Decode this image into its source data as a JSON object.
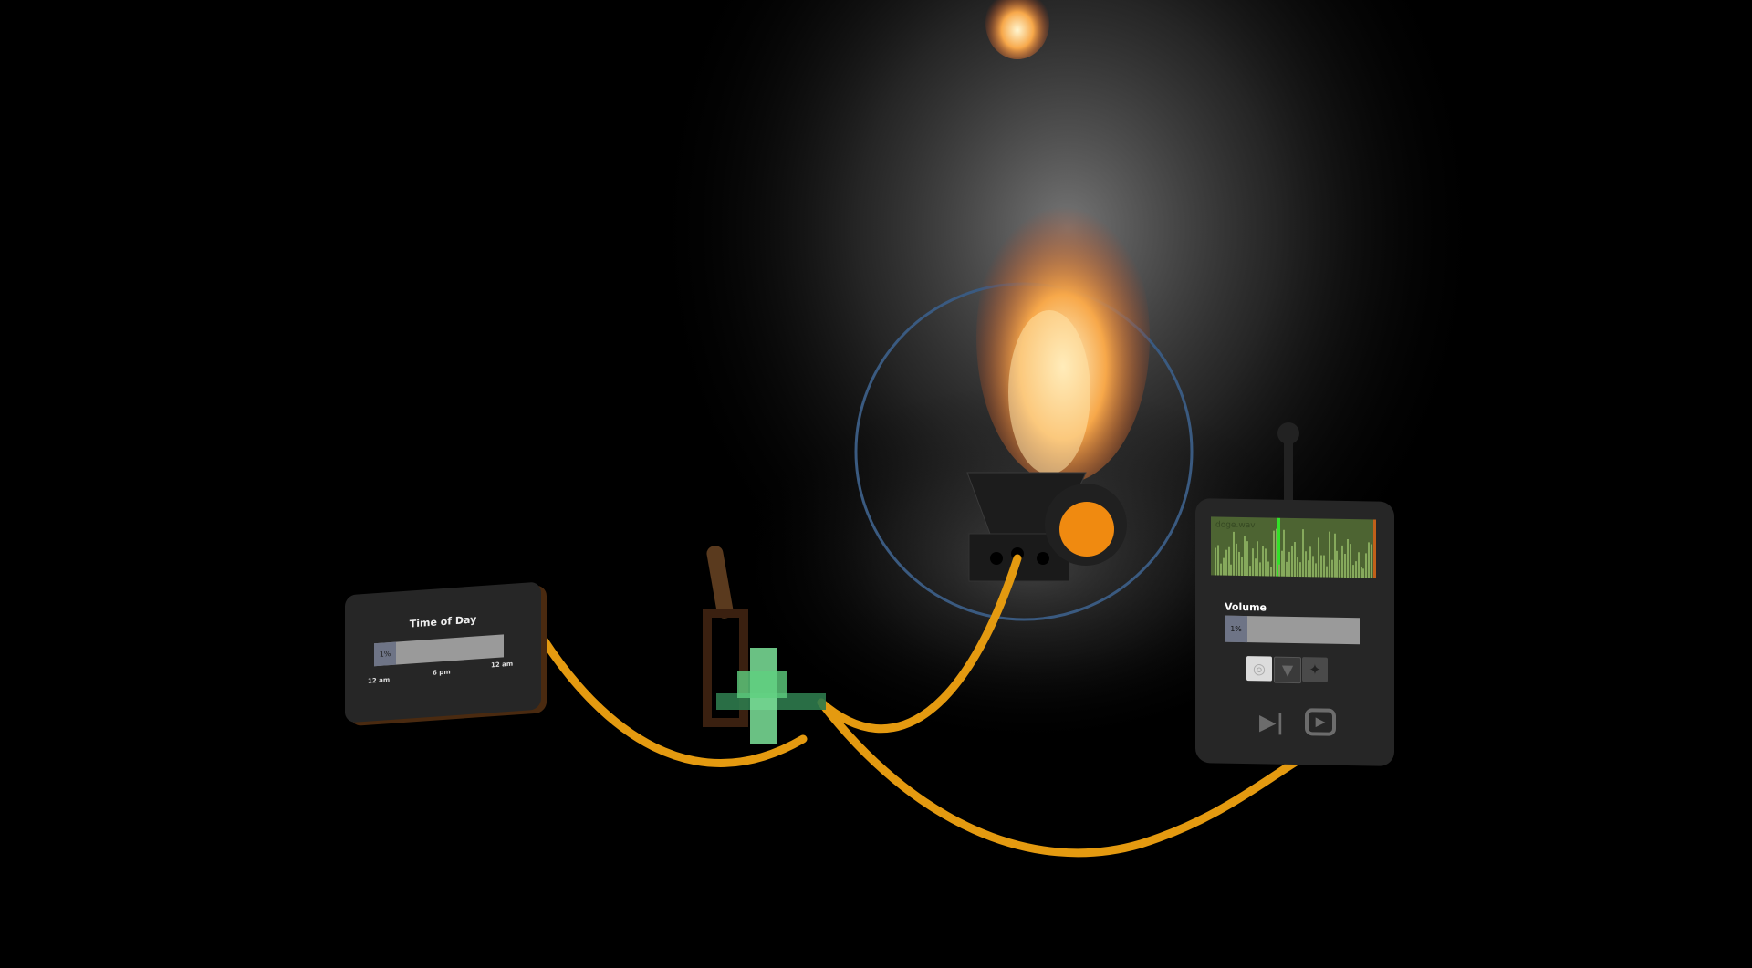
{
  "time_of_day": {
    "title": "Time of Day",
    "value_label": "1%",
    "value_fraction": 0.17,
    "tick_labels": [
      "12 am",
      "6 pm",
      "12 am"
    ]
  },
  "audio_player": {
    "file_name": "doge.wav",
    "playhead_fraction": 0.41,
    "volume_label": "Volume",
    "volume_value": "1%",
    "volume_fraction": 0.17,
    "mode_buttons": [
      {
        "icon": "circle-square-icon",
        "active": true
      },
      {
        "icon": "arrow-down-square-icon",
        "active": false
      },
      {
        "icon": "sparkle-icon",
        "active": false
      }
    ],
    "controls": [
      {
        "icon": "skip-next-icon"
      },
      {
        "icon": "loop-play-icon"
      }
    ]
  },
  "colors": {
    "cable": "#e49a10",
    "wave_bg": "#4d6432",
    "playhead": "#34e02a",
    "burner_indicator": "#f08a10",
    "range_ring": "#3a5a80"
  }
}
